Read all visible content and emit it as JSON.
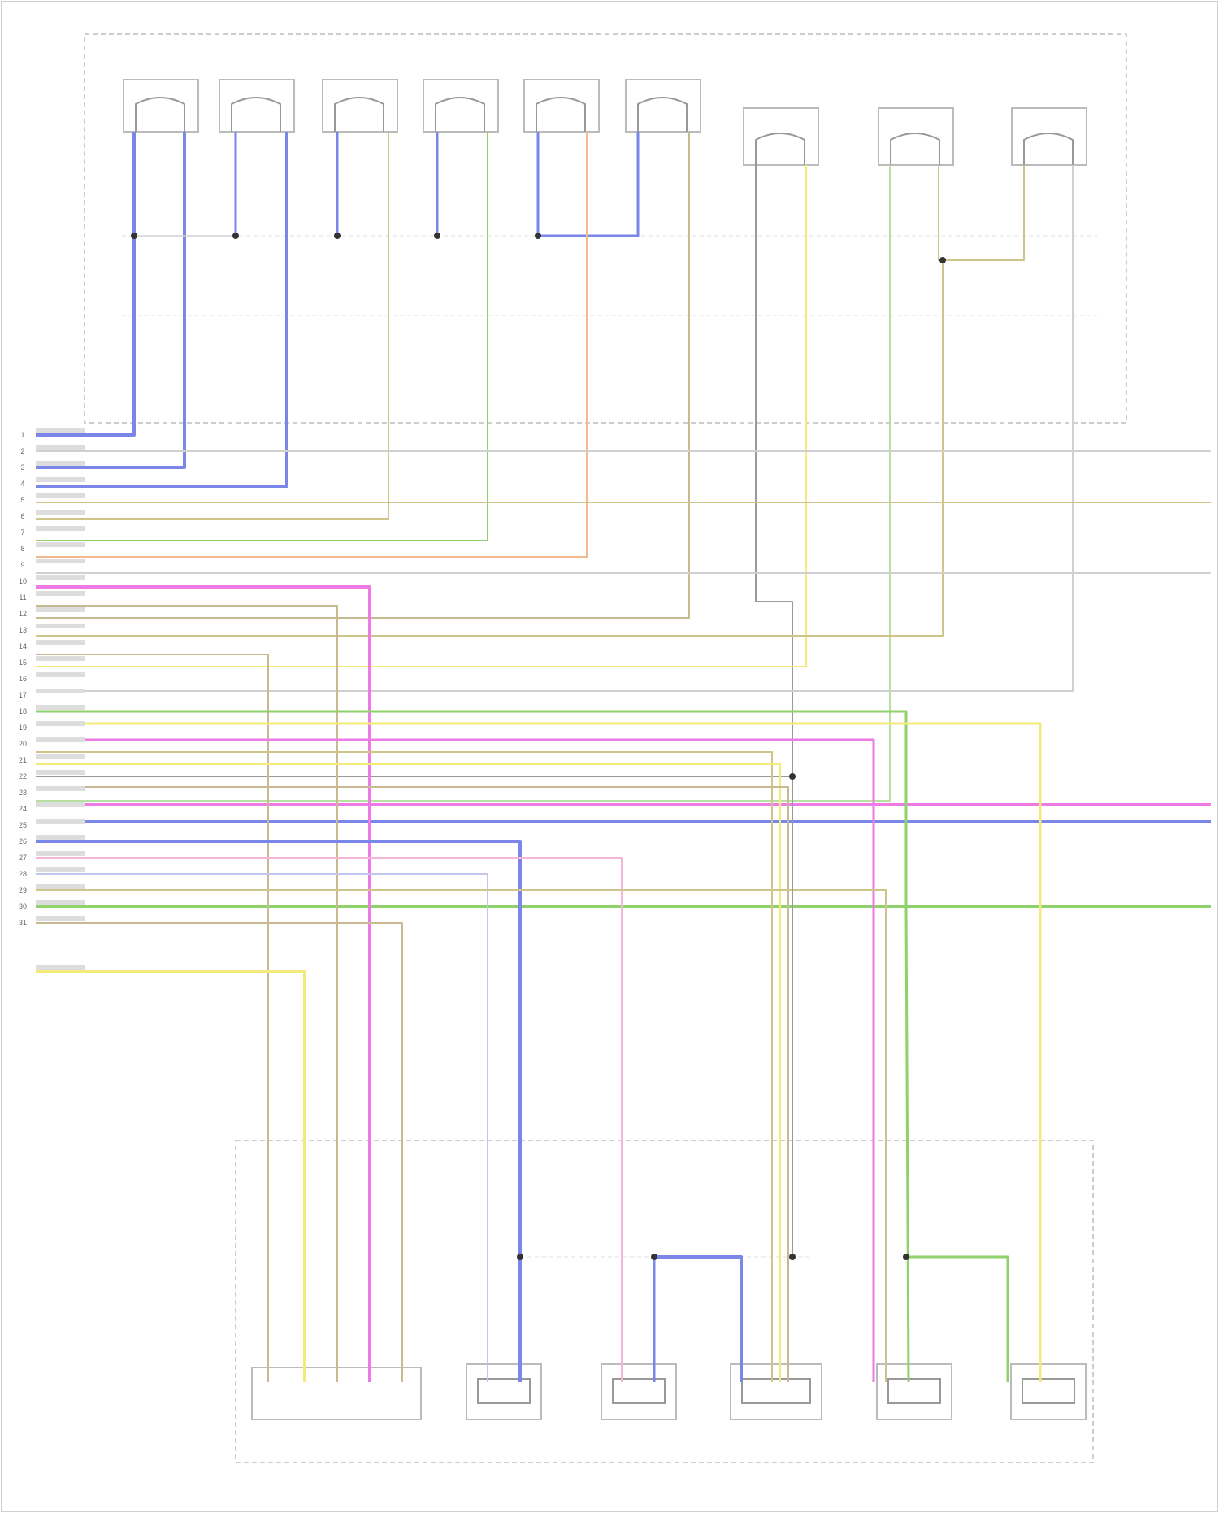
{
  "diagram": {
    "title_top": "",
    "title_bottom": "",
    "footer": "",
    "components_top": [
      {
        "id": "sol-1",
        "label": "",
        "pins": [
          "",
          ""
        ]
      },
      {
        "id": "sol-2",
        "label": "",
        "pins": [
          "",
          ""
        ]
      },
      {
        "id": "sol-3",
        "label": "",
        "pins": [
          "",
          ""
        ]
      },
      {
        "id": "sol-4",
        "label": "",
        "pins": [
          "",
          ""
        ]
      },
      {
        "id": "sol-5",
        "label": "",
        "pins": [
          "",
          ""
        ]
      },
      {
        "id": "sol-6",
        "label": "",
        "pins": [
          "",
          ""
        ]
      },
      {
        "id": "sensor-1",
        "label": "",
        "pins": [
          "",
          ""
        ]
      },
      {
        "id": "sensor-2",
        "label": "",
        "pins": [
          "",
          ""
        ]
      },
      {
        "id": "sensor-3",
        "label": "",
        "pins": [
          "",
          ""
        ]
      }
    ],
    "components_bottom": [
      {
        "id": "switch-1",
        "label": ""
      },
      {
        "id": "speed-sensor-1",
        "label": ""
      },
      {
        "id": "speed-sensor-2",
        "label": ""
      },
      {
        "id": "range-sensor",
        "label": ""
      },
      {
        "id": "speed-sensor-3",
        "label": ""
      },
      {
        "id": "speed-sensor-4",
        "label": ""
      }
    ],
    "connector_pins": [
      "1",
      "2",
      "3",
      "4",
      "5",
      "6",
      "7",
      "8",
      "9",
      "10",
      "11",
      "12",
      "13",
      "14",
      "15",
      "16",
      "17",
      "18",
      "19",
      "20",
      "21",
      "22",
      "23",
      "24",
      "25",
      "26",
      "27",
      "28",
      "29",
      "30",
      "31"
    ],
    "right_labels": [
      "",
      "",
      "",
      "",
      "",
      ""
    ],
    "colors": {
      "blue": "#7a86e8",
      "lightblue": "#9aa6e6",
      "green": "#8fd16a",
      "yellow": "#f3ea7a",
      "orange": "#f4b98c",
      "magenta": "#ee7ae6",
      "pink": "#f3b6d9",
      "tan": "#c7b991",
      "gray": "#9a9a9a",
      "lightgray": "#d0d0d0",
      "khaki": "#cfc48a",
      "lightgreen": "#b6dfa0",
      "lavender": "#c2c6ee"
    }
  }
}
